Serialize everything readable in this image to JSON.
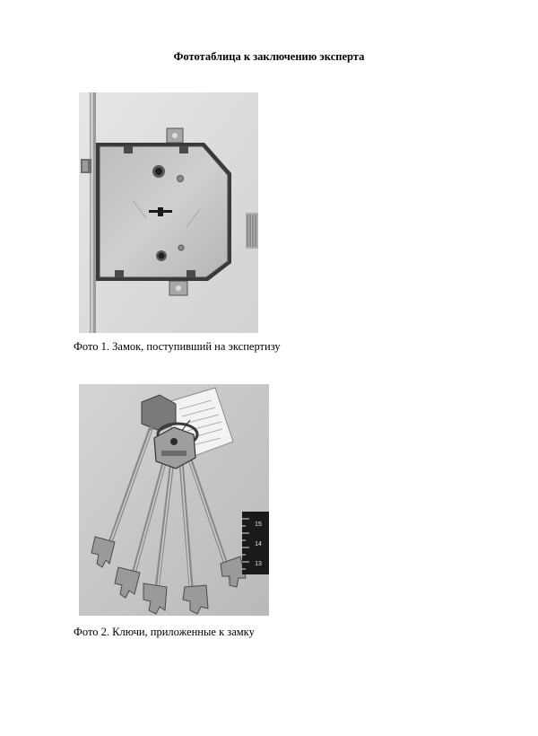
{
  "document": {
    "title": "Фототаблица к заключению эксперта"
  },
  "figures": [
    {
      "caption": "Фото 1. Замок, поступивший на экспертизу",
      "image": "door-lock-photo"
    },
    {
      "caption": "Фото 2. Ключи, приложенные к замку",
      "image": "key-bundle-photo",
      "ruler_numbers": [
        "15",
        "14",
        "13"
      ]
    }
  ]
}
